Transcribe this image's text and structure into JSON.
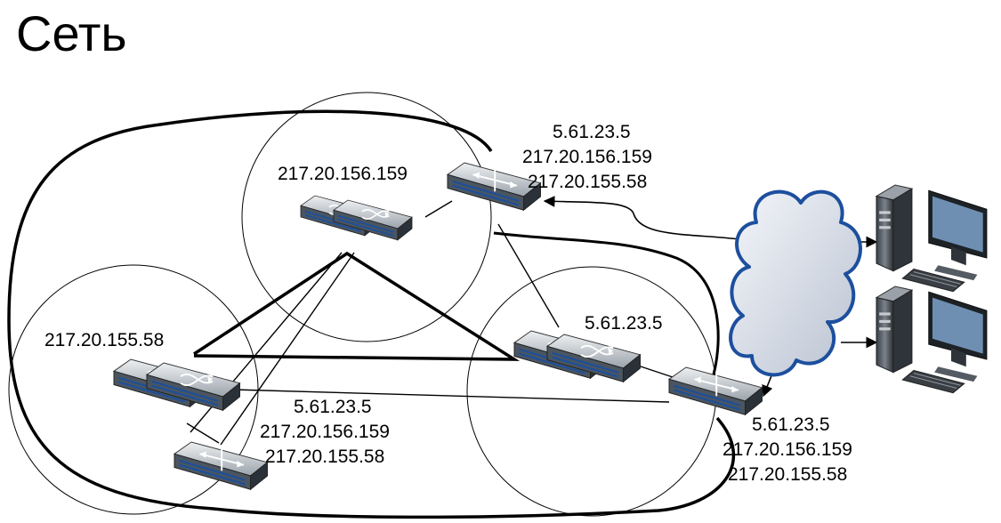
{
  "title": "Сеть",
  "zones": {
    "top": {
      "label": "217.20.156.159"
    },
    "left": {
      "label": "217.20.155.58"
    },
    "right": {
      "label": "5.61.23.5"
    }
  },
  "routers": {
    "top": {
      "routes": [
        "5.61.23.5",
        "217.20.156.159",
        "217.20.155.58"
      ]
    },
    "left": {
      "routes": [
        "5.61.23.5",
        "217.20.156.159",
        "217.20.155.58"
      ]
    },
    "right": {
      "routes": [
        "5.61.23.5",
        "217.20.156.159",
        "217.20.155.58"
      ]
    }
  },
  "icons": {
    "switch": "switch-icon",
    "router": "router-icon",
    "cloud": "cloud-icon",
    "computer": "computer-icon"
  },
  "colors": {
    "device_body": "#4a5560",
    "device_port": "#1c4f9c",
    "cloud_fill": "#dde3ee",
    "cloud_stroke": "#1d4f9e",
    "monitor_screen": "#6f8fb2"
  }
}
